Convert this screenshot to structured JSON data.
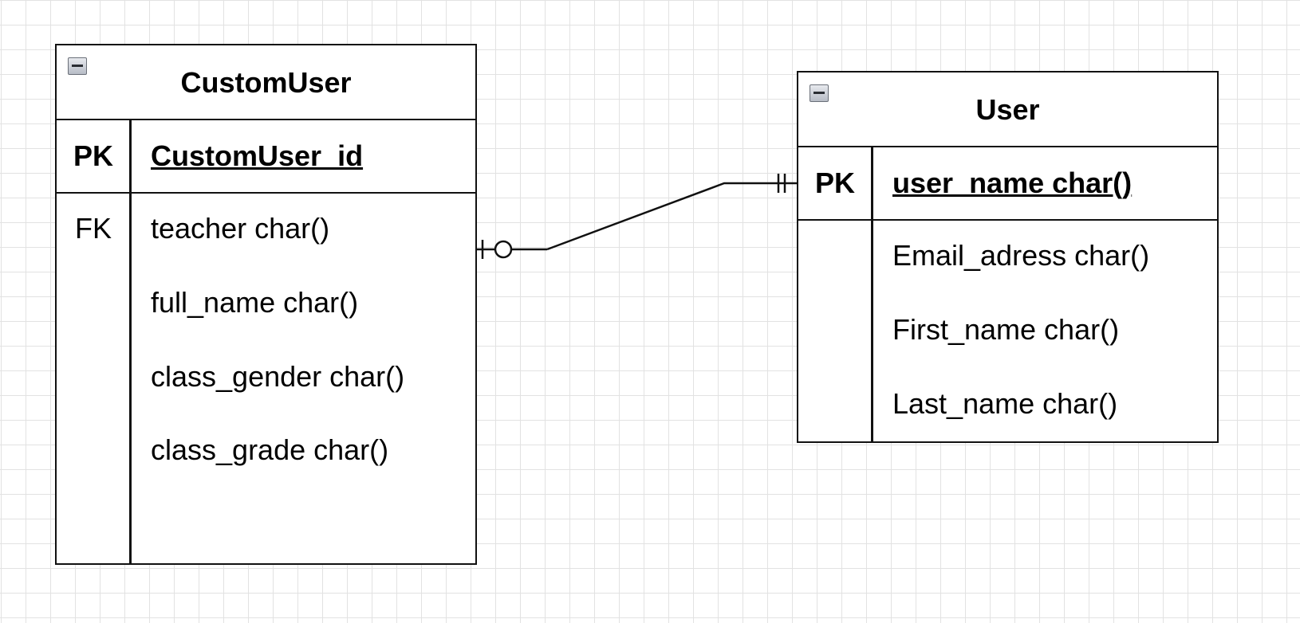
{
  "entities": {
    "custom_user": {
      "title": "CustomUser",
      "pk_key": "PK",
      "pk_field": "CustomUser_id",
      "rows": [
        {
          "key": "FK",
          "field": "teacher char()"
        },
        {
          "key": "",
          "field": "full_name char()"
        },
        {
          "key": "",
          "field": "class_gender char()"
        },
        {
          "key": "",
          "field": "class_grade char()"
        }
      ]
    },
    "user": {
      "title": "User",
      "pk_key": "PK",
      "pk_field": "user_name char()",
      "rows": [
        {
          "key": "",
          "field": "Email_adress char()"
        },
        {
          "key": "",
          "field": "First_name char()"
        },
        {
          "key": "",
          "field": "Last_name char()"
        }
      ]
    }
  },
  "relationship": {
    "from_entity": "CustomUser",
    "from_field": "teacher char()",
    "from_cardinality": "zero-or-one",
    "to_entity": "User",
    "to_field": "user_name char()",
    "to_cardinality": "exactly-one"
  },
  "colors": {
    "grid": "#e2e2e2",
    "line": "#111111",
    "background": "#ffffff"
  },
  "icons": [
    "collapse-icon"
  ]
}
